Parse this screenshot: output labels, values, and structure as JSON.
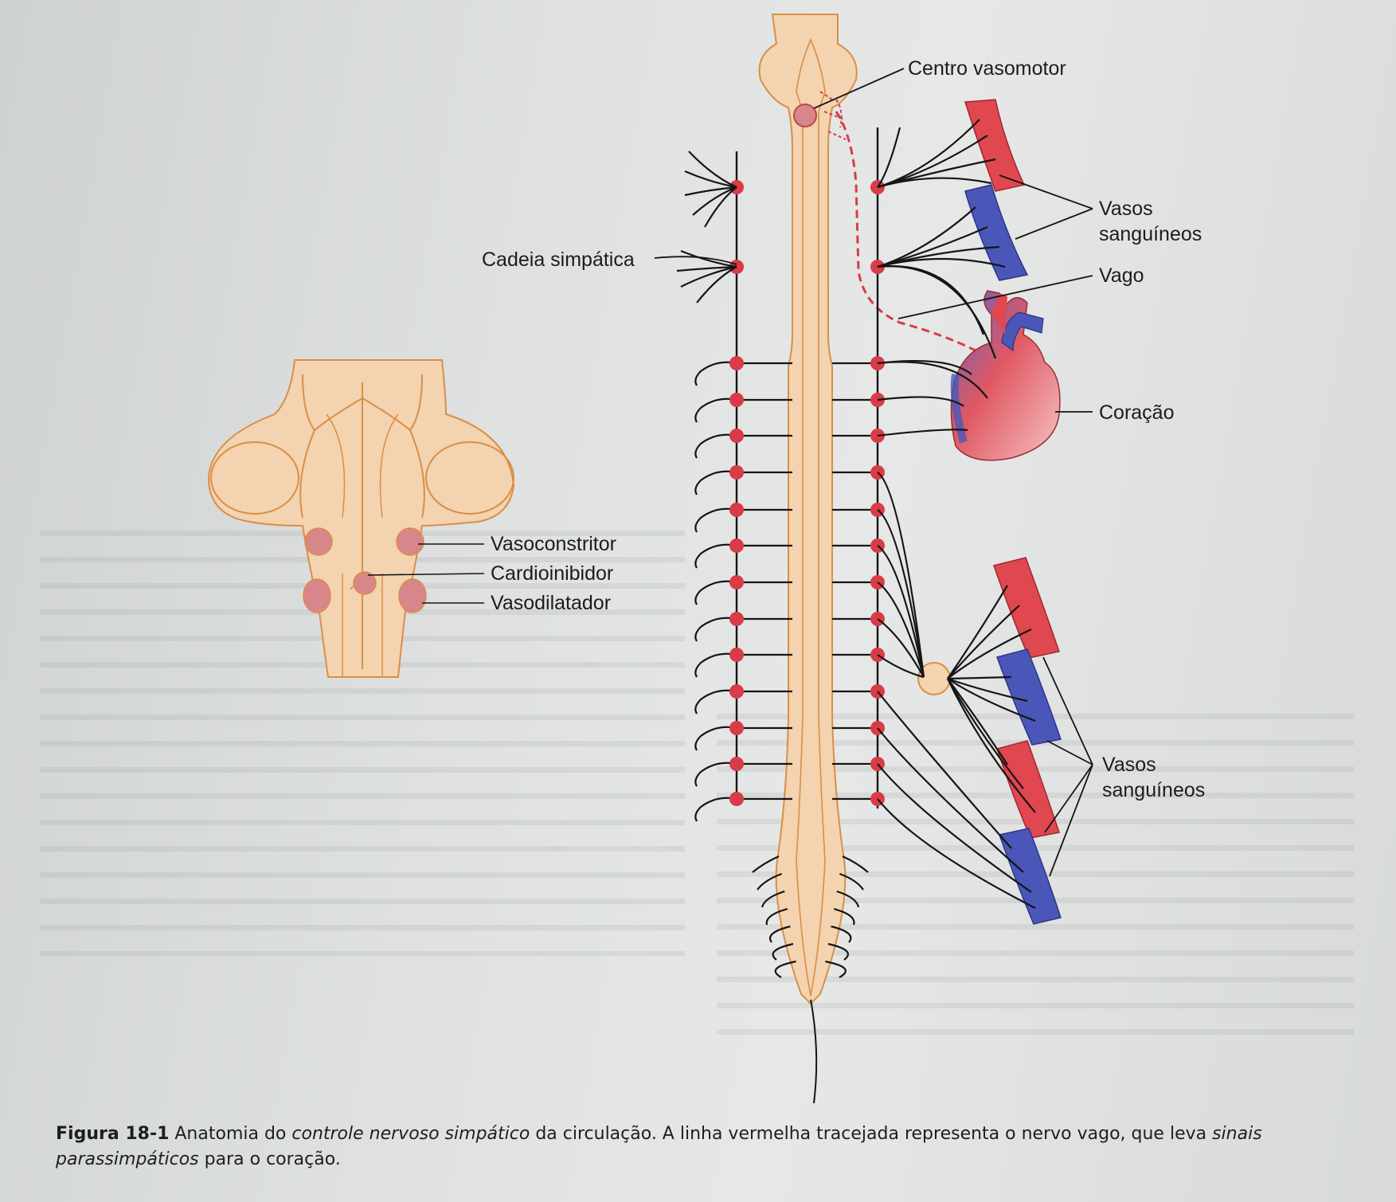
{
  "labels": {
    "centro_vasomotor": "Centro vasomotor",
    "cadeia_simpatica": "Cadeia simpática",
    "vasos_sanguineos_top_1": "Vasos",
    "vasos_sanguineos_top_2": "sanguíneos",
    "vago": "Vago",
    "coracao": "Coração",
    "vasoconstritor": "Vasoconstritor",
    "cardioinibidor": "Cardioinibidor",
    "vasodilatador": "Vasodilatador",
    "vasos_sanguineos_bottom_1": "Vasos",
    "vasos_sanguineos_bottom_2": "sanguíneos"
  },
  "caption": {
    "figure_number": "Figura 18-1",
    "part1": " Anatomia do ",
    "italic1": "controle nervoso simpático",
    "part2": " da circulação. A linha vermelha tracejada representa o nervo vago, que leva ",
    "italic2": "sinais parassimpáticos",
    "part3": " para o coração."
  },
  "colors": {
    "tissue": "#f3d3b0",
    "tissue_outline": "#d98f46",
    "ganglion": "#d93b47",
    "nerve": "#151515",
    "artery": "#e0474f",
    "vein": "#4a57b8",
    "nucleus": "#d7868c"
  }
}
